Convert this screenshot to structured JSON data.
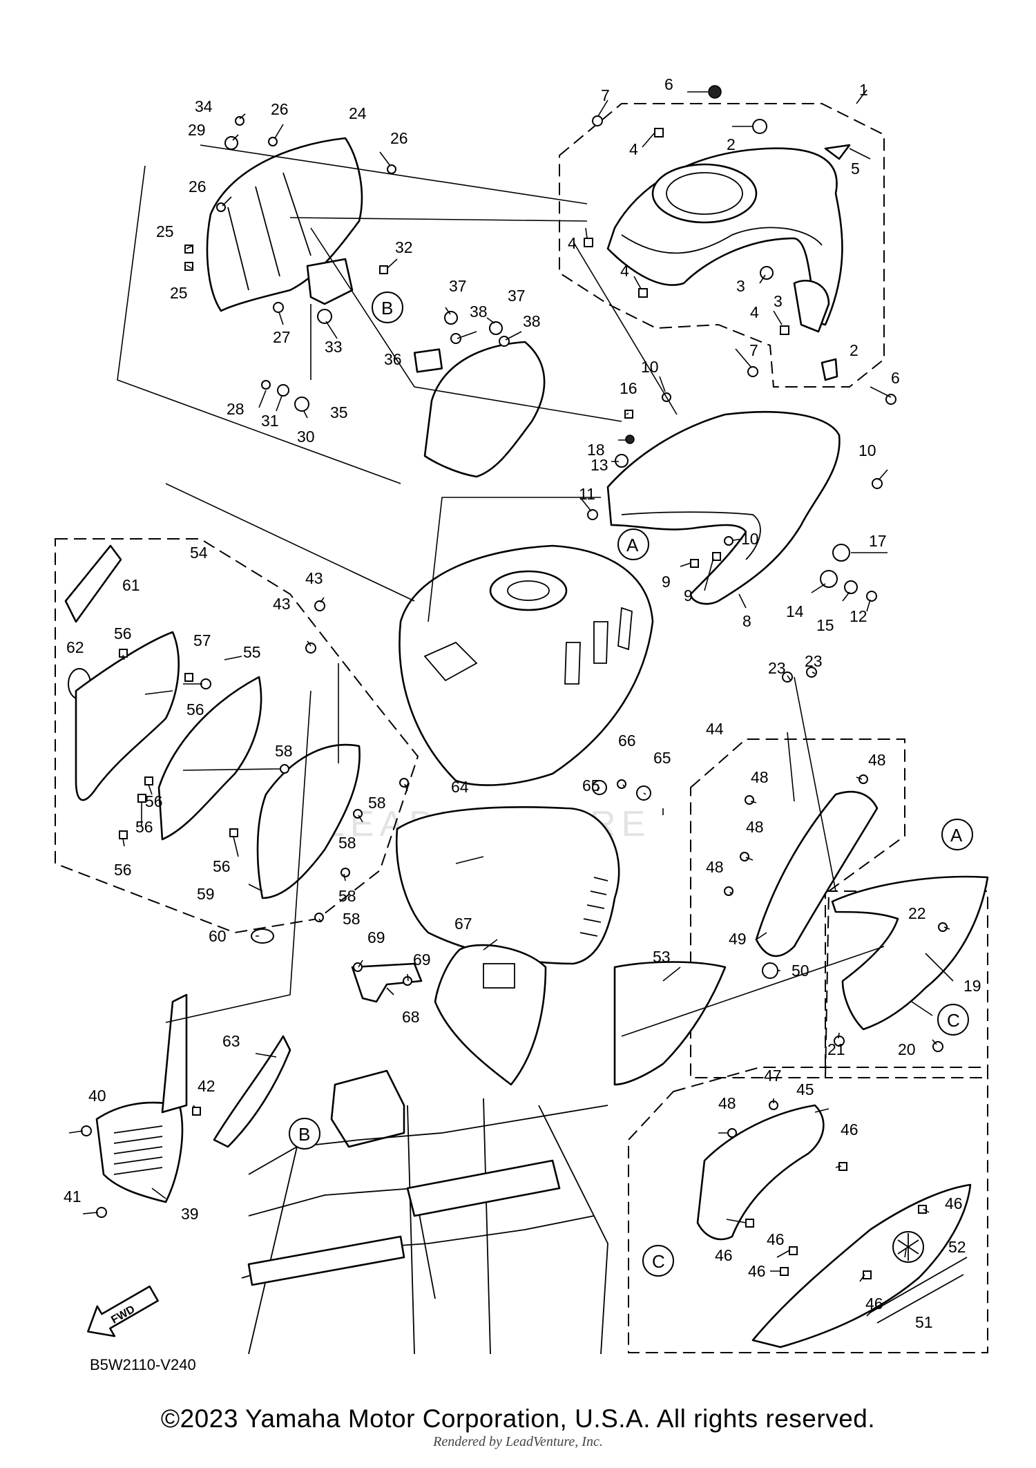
{
  "diagram": {
    "code": "B5W2110-V240",
    "fwd_label": "FWD",
    "watermark": "LEADVENTURE",
    "refs": {
      "a1": "A",
      "a2": "A",
      "b1": "B",
      "b2": "B",
      "c1": "C",
      "c2": "C"
    },
    "callouts": {
      "c1": "1",
      "c2": "2",
      "c2b": "2",
      "c3": "3",
      "c3b": "3",
      "c4": "4",
      "c4b": "4",
      "c4c": "4",
      "c4d": "4",
      "c5": "5",
      "c6": "6",
      "c6b": "6",
      "c7": "7",
      "c7b": "7",
      "c8": "8",
      "c9": "9",
      "c9b": "9",
      "c10": "10",
      "c10b": "10",
      "c10c": "10",
      "c11": "11",
      "c12": "12",
      "c13": "13",
      "c14": "14",
      "c15": "15",
      "c16": "16",
      "c17": "17",
      "c18": "18",
      "c19": "19",
      "c20": "20",
      "c21": "21",
      "c22": "22",
      "c23": "23",
      "c23b": "23",
      "c24": "24",
      "c25": "25",
      "c25b": "25",
      "c26": "26",
      "c26b": "26",
      "c26c": "26",
      "c27": "27",
      "c28": "28",
      "c29": "29",
      "c30": "30",
      "c31": "31",
      "c32": "32",
      "c33": "33",
      "c34": "34",
      "c35": "35",
      "c36": "36",
      "c37": "37",
      "c37b": "37",
      "c38": "38",
      "c38b": "38",
      "c39": "39",
      "c40": "40",
      "c41": "41",
      "c42": "42",
      "c43": "43",
      "c43b": "43",
      "c44": "44",
      "c45": "45",
      "c46a": "46",
      "c46b": "46",
      "c46c": "46",
      "c46d": "46",
      "c46e": "46",
      "c46f": "46",
      "c47": "47",
      "c48a": "48",
      "c48b": "48",
      "c48c": "48",
      "c48d": "48",
      "c48e": "48",
      "c49": "49",
      "c50": "50",
      "c51": "51",
      "c52": "52",
      "c53": "53",
      "c54": "54",
      "c55": "55",
      "c56a": "56",
      "c56b": "56",
      "c56c": "56",
      "c56d": "56",
      "c56e": "56",
      "c56f": "56",
      "c57": "57",
      "c58a": "58",
      "c58b": "58",
      "c58c": "58",
      "c58d": "58",
      "c59": "59",
      "c60": "60",
      "c61": "61",
      "c62": "62",
      "c63": "63",
      "c64": "64",
      "c65": "65",
      "c65b": "65",
      "c66": "66",
      "c67": "67",
      "c68": "68",
      "c69": "69",
      "c69b": "69"
    }
  },
  "footer": {
    "copyright": "©2023 Yamaha Motor Corporation, U.S.A. All rights reserved.",
    "rendered_by": "Rendered by LeadVenture, Inc."
  }
}
